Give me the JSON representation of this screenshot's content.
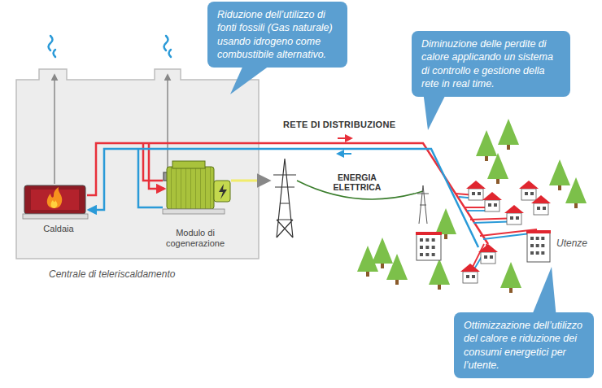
{
  "diagram": {
    "nodes": [
      {
        "text": [
          "Riduzione dell’utilizzo di fonti fossili (Gas naturale) usando idrogeno come combustibile alternativo."
        ]
      },
      {
        "text": [
          "Diminuzione delle perdite di calore applicando un sistema di controllo e gestione della rete in real time."
        ]
      },
      {
        "text": [
          "Centrale di teleriscaldamento"
        ]
      },
      {
        "text": [
          "Caldaia"
        ],
        "in": 2
      },
      {
        "text": [
          "Modulo di cogenerazione"
        ],
        "in": 2
      },
      {
        "text": [
          "Ottimizzazione dell’utilizzo del calore e riduzione dei consumi energetici per l’utente."
        ]
      }
    ],
    "labels": [
      "RETE DI DISTRIBUZIONE",
      "ENERGIA ELETTRICA",
      "Utenze"
    ]
  }
}
